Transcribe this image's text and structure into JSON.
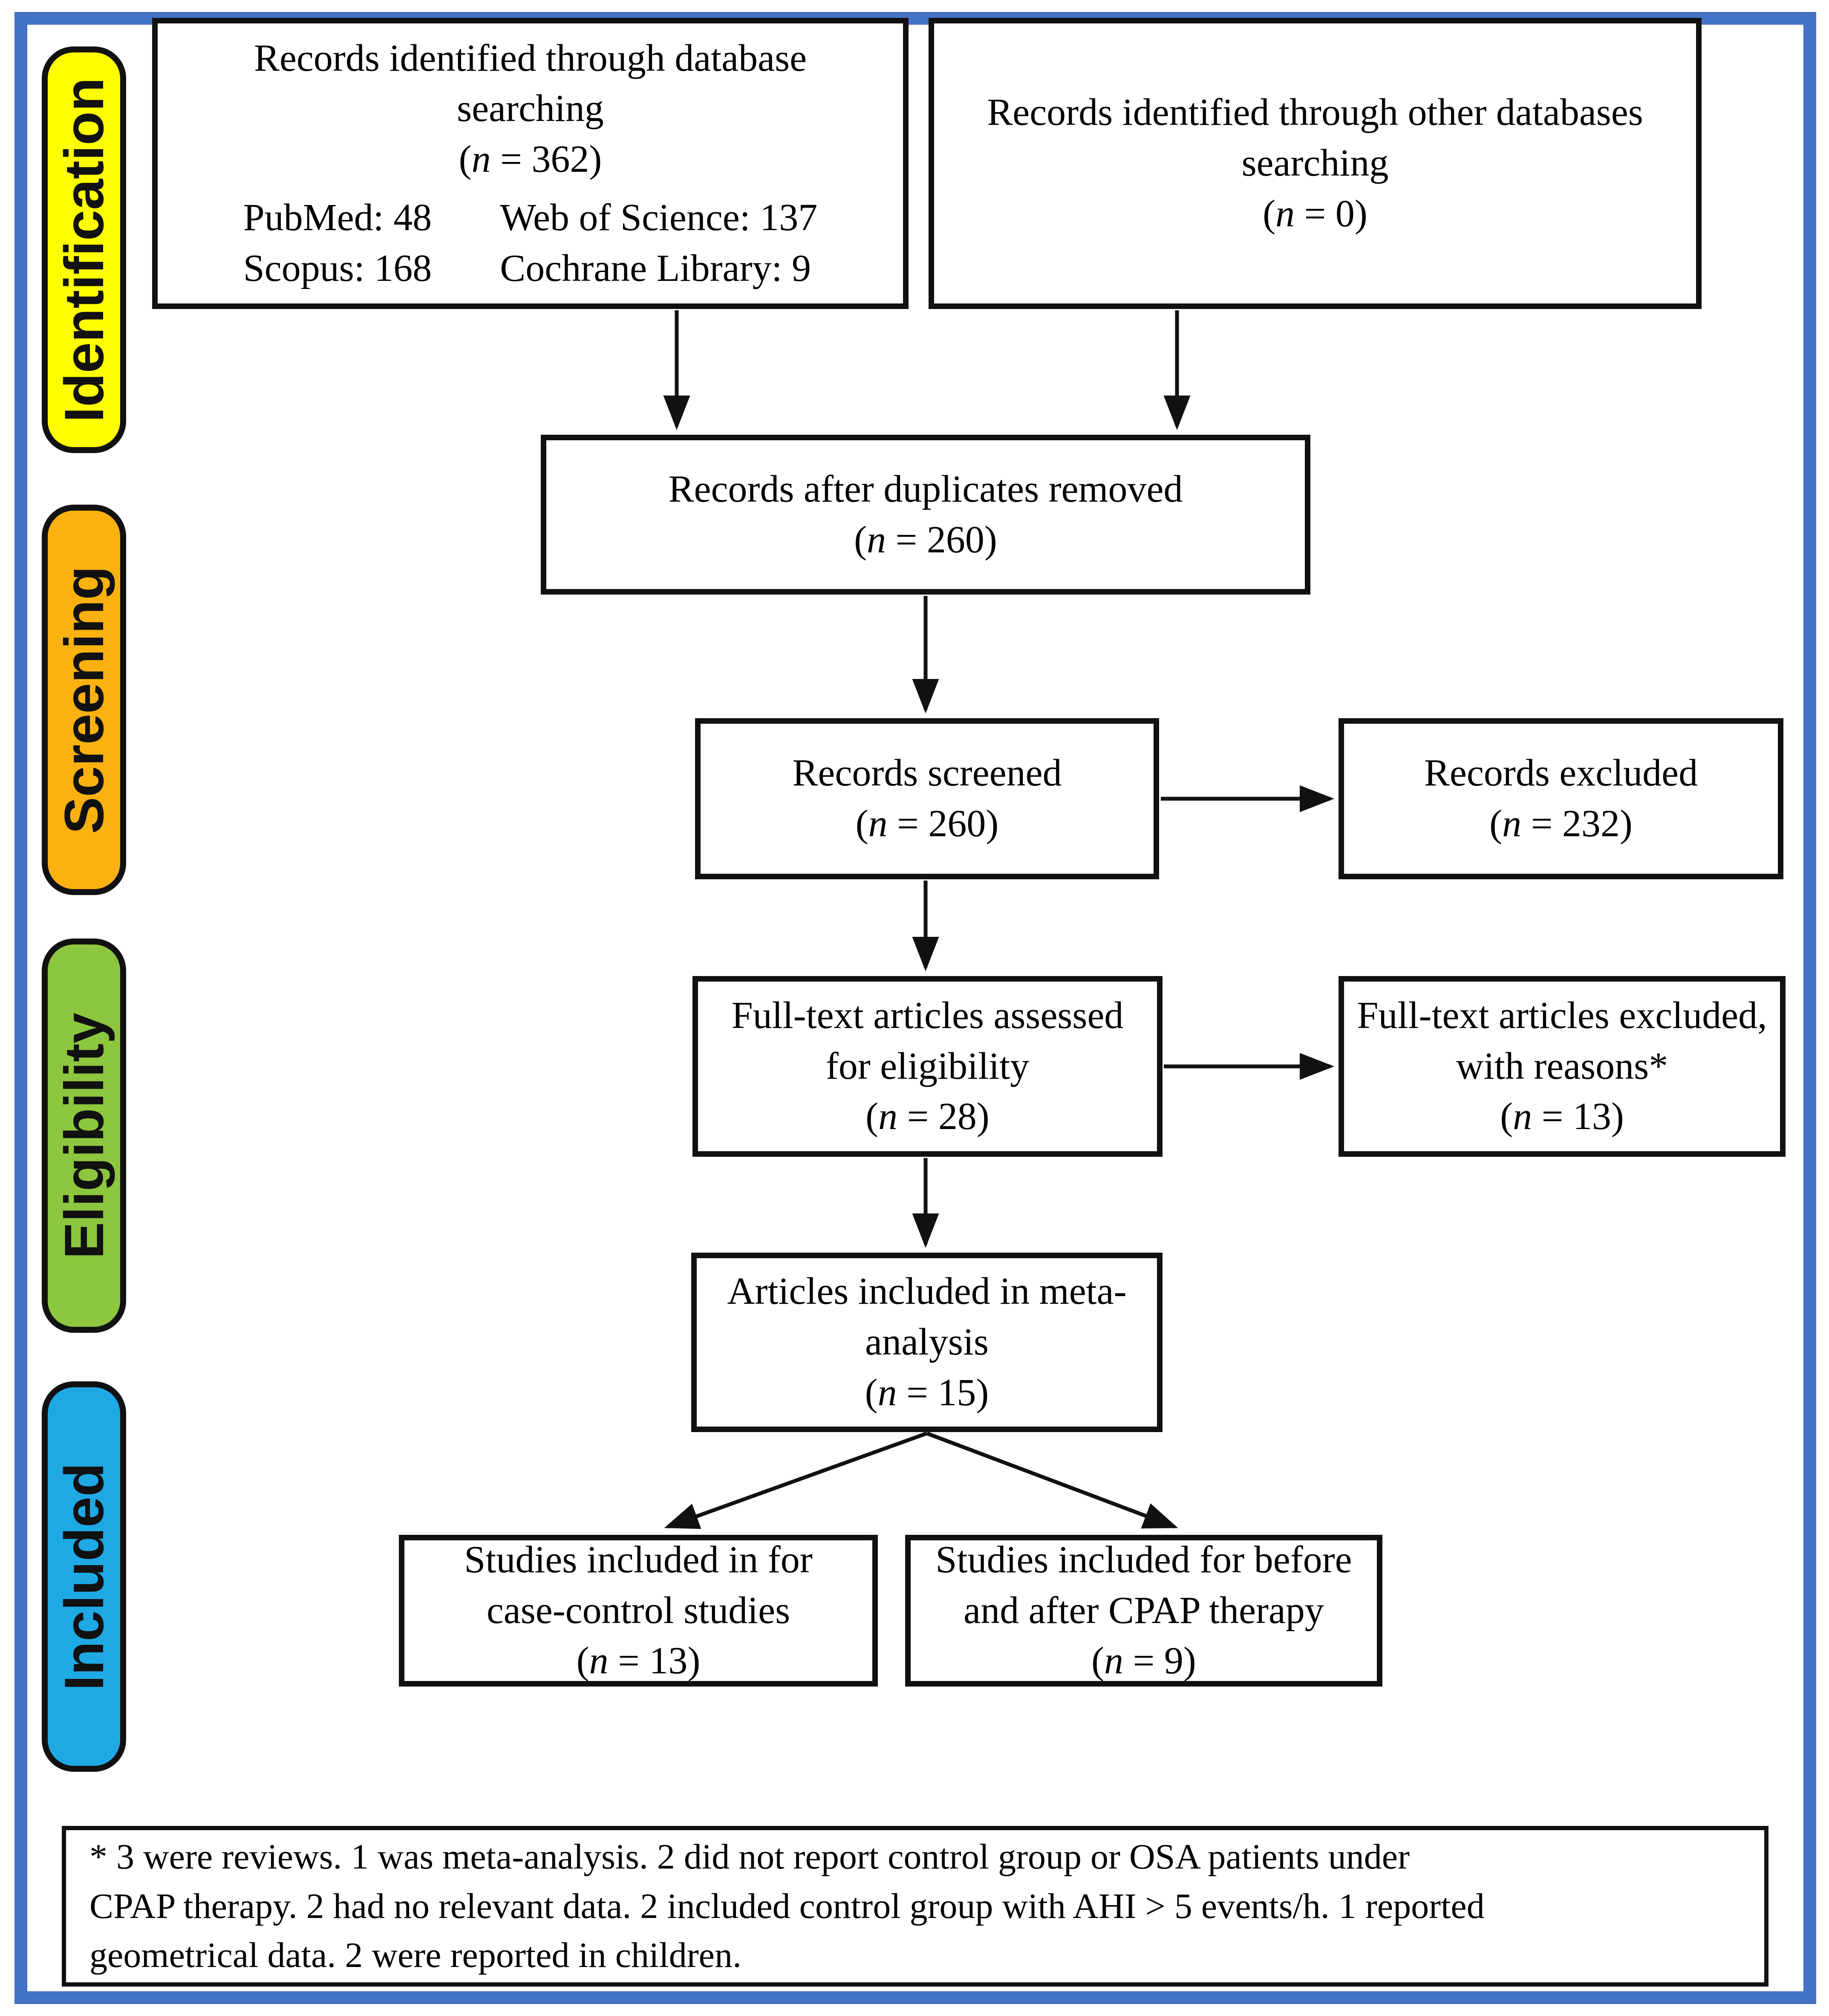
{
  "palette": {
    "frame_blue": "#4472C4",
    "box_border": "#111111",
    "stage_identification": "#FFFF00",
    "stage_screening": "#FBB110",
    "stage_eligibility": "#8DC63F",
    "stage_included": "#1FA9E4"
  },
  "stages": [
    {
      "label": "Identification",
      "color": "#FFFF00"
    },
    {
      "label": "Screening",
      "color": "#FBB110"
    },
    {
      "label": "Eligibility",
      "color": "#8DC63F"
    },
    {
      "label": "Included",
      "color": "#1FA9E4"
    }
  ],
  "boxes": {
    "database_search": {
      "line1": "Records identified through database",
      "line2": "searching",
      "n_open": "(",
      "n_var": "n",
      "n_rest": " = 362)",
      "sources": [
        "PubMed: 48",
        "Web of Science: 137",
        "Scopus: 168",
        "Cochrane Library: 9"
      ]
    },
    "other_databases": {
      "line1": "Records identified through other databases",
      "line2": "searching",
      "n_open": "(",
      "n_var": "n",
      "n_rest": " = 0)"
    },
    "after_duplicates": {
      "line1": "Records after duplicates removed",
      "n_open": "(",
      "n_var": "n",
      "n_rest": " = 260)"
    },
    "records_screened": {
      "line1": "Records screened",
      "n_open": "(",
      "n_var": "n",
      "n_rest": " = 260)"
    },
    "records_excluded": {
      "line1": "Records excluded",
      "n_open": "(",
      "n_var": "n",
      "n_rest": " = 232)"
    },
    "fulltext_assessed": {
      "line1": "Full-text articles assessed",
      "line2": "for eligibility",
      "n_open": "(",
      "n_var": "n",
      "n_rest": " = 28)"
    },
    "fulltext_excluded": {
      "line1": "Full-text articles excluded,",
      "line2": "with reasons*",
      "n_open": "(",
      "n_var": "n",
      "n_rest": " = 13)"
    },
    "meta_analysis": {
      "line1": "Articles included in meta-",
      "line2": "analysis",
      "n_open": "(",
      "n_var": "n",
      "n_rest": " = 15)"
    },
    "case_control": {
      "line1": "Studies included in for",
      "line2": "case-control studies",
      "n_open": "(",
      "n_var": "n",
      "n_rest": " = 13)"
    },
    "before_after": {
      "line1": "Studies included for before",
      "line2": "and after CPAP therapy",
      "n_open": "(",
      "n_var": "n",
      "n_rest": " = 9)"
    }
  },
  "footnote": {
    "lines": [
      "* 3 were reviews. 1 was meta-analysis. 2 did not report control group or OSA patients under",
      "CPAP therapy. 2 had no relevant data. 2 included control group with AHI > 5 events/h. 1 reported",
      "geometrical data. 2 were reported in children."
    ]
  }
}
